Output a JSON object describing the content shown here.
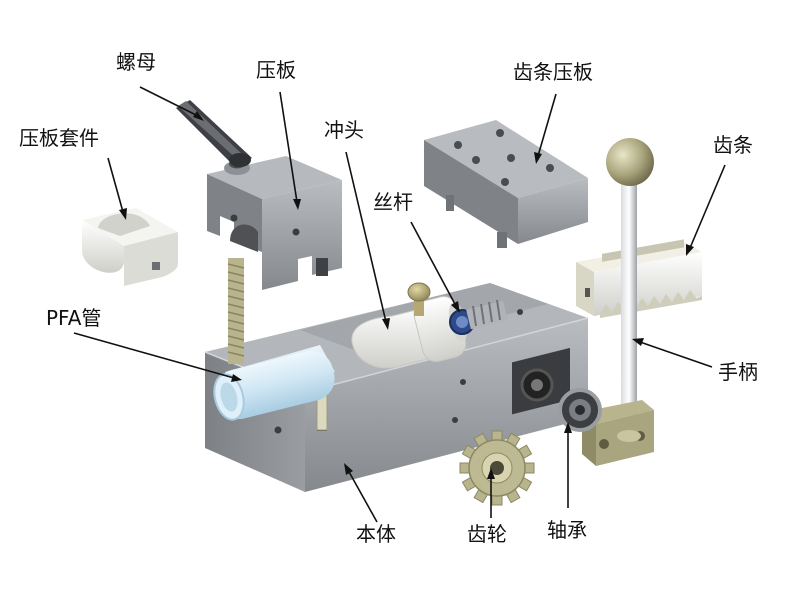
{
  "labels": {
    "nut": "螺母",
    "press_plate": "压板",
    "punch": "冲头",
    "rack_press_plate": "齿条压板",
    "press_plate_kit": "压板套件",
    "rack": "齿条",
    "lead_screw": "丝杆",
    "pfa_tube": "PFA管",
    "handle": "手柄",
    "body": "本体",
    "gear": "齿轮",
    "bearing": "轴承"
  },
  "colors": {
    "metal": "#8e9196",
    "metal_light": "#b6b9bd",
    "metal_dark": "#6b6e73",
    "pfa_tube": "#cfe6f4",
    "white_part": "#ecebe6",
    "rack": "#e9e7d8",
    "brass": "#b5a872"
  }
}
